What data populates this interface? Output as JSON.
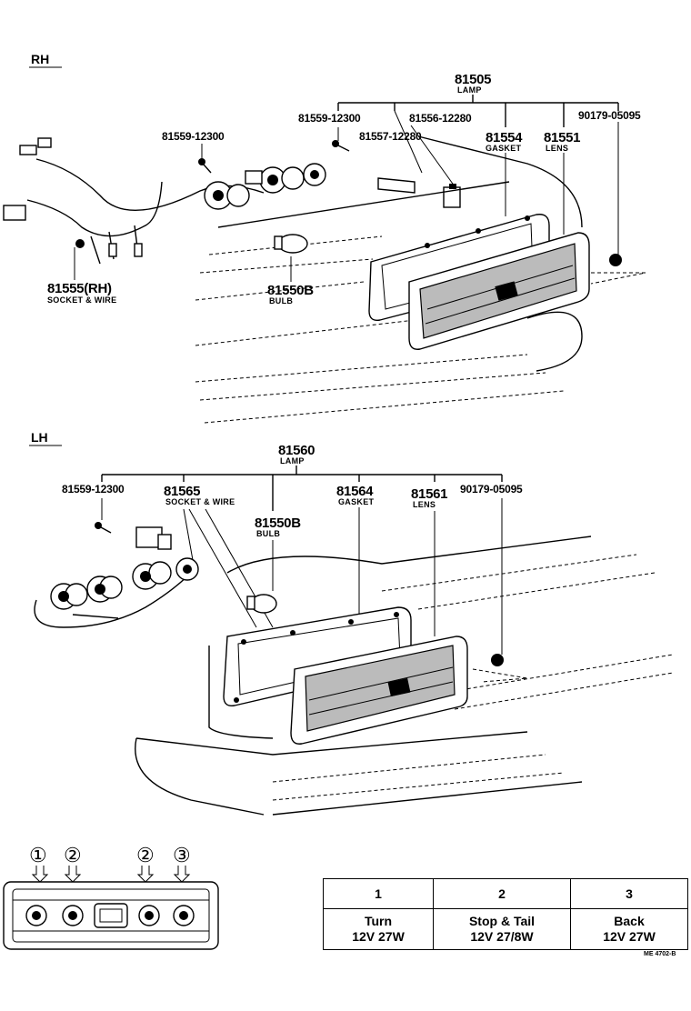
{
  "sections": {
    "rh": {
      "label": "RH"
    },
    "lh": {
      "label": "LH"
    }
  },
  "rh_parts": {
    "lamp": {
      "number": "81505",
      "name": "LAMP"
    },
    "screw_a": {
      "number": "81559-12300"
    },
    "screw_b": {
      "number": "81559-12300"
    },
    "part_81556": {
      "number": "81556-12280"
    },
    "part_81557": {
      "number": "81557-12280"
    },
    "gasket": {
      "number": "81554",
      "name": "GASKET"
    },
    "lens": {
      "number": "81551",
      "name": "LENS"
    },
    "nut": {
      "number": "90179-05095"
    },
    "socket": {
      "number": "81555(RH)",
      "name": "SOCKET & WIRE"
    },
    "bulb": {
      "number": "81550B",
      "name": "BULB"
    }
  },
  "lh_parts": {
    "lamp": {
      "number": "81560",
      "name": "LAMP"
    },
    "screw": {
      "number": "81559-12300"
    },
    "socket": {
      "number": "81565",
      "name": "SOCKET & WIRE"
    },
    "bulb": {
      "number": "81550B",
      "name": "BULB"
    },
    "gasket": {
      "number": "81564",
      "name": "GASKET"
    },
    "lens": {
      "number": "81561",
      "name": "LENS"
    },
    "nut": {
      "number": "90179-05095"
    }
  },
  "bulb_position_markers": [
    "①",
    "②",
    "②",
    "③"
  ],
  "bulb_table": {
    "headers": [
      "1",
      "2",
      "3"
    ],
    "rows": [
      {
        "function": "Turn",
        "rating": "12V 27W"
      },
      {
        "function": "Stop & Tail",
        "rating": "12V 27/8W"
      },
      {
        "function": "Back",
        "rating": "12V 27W"
      }
    ]
  },
  "footer_code": "ME 4702-B"
}
